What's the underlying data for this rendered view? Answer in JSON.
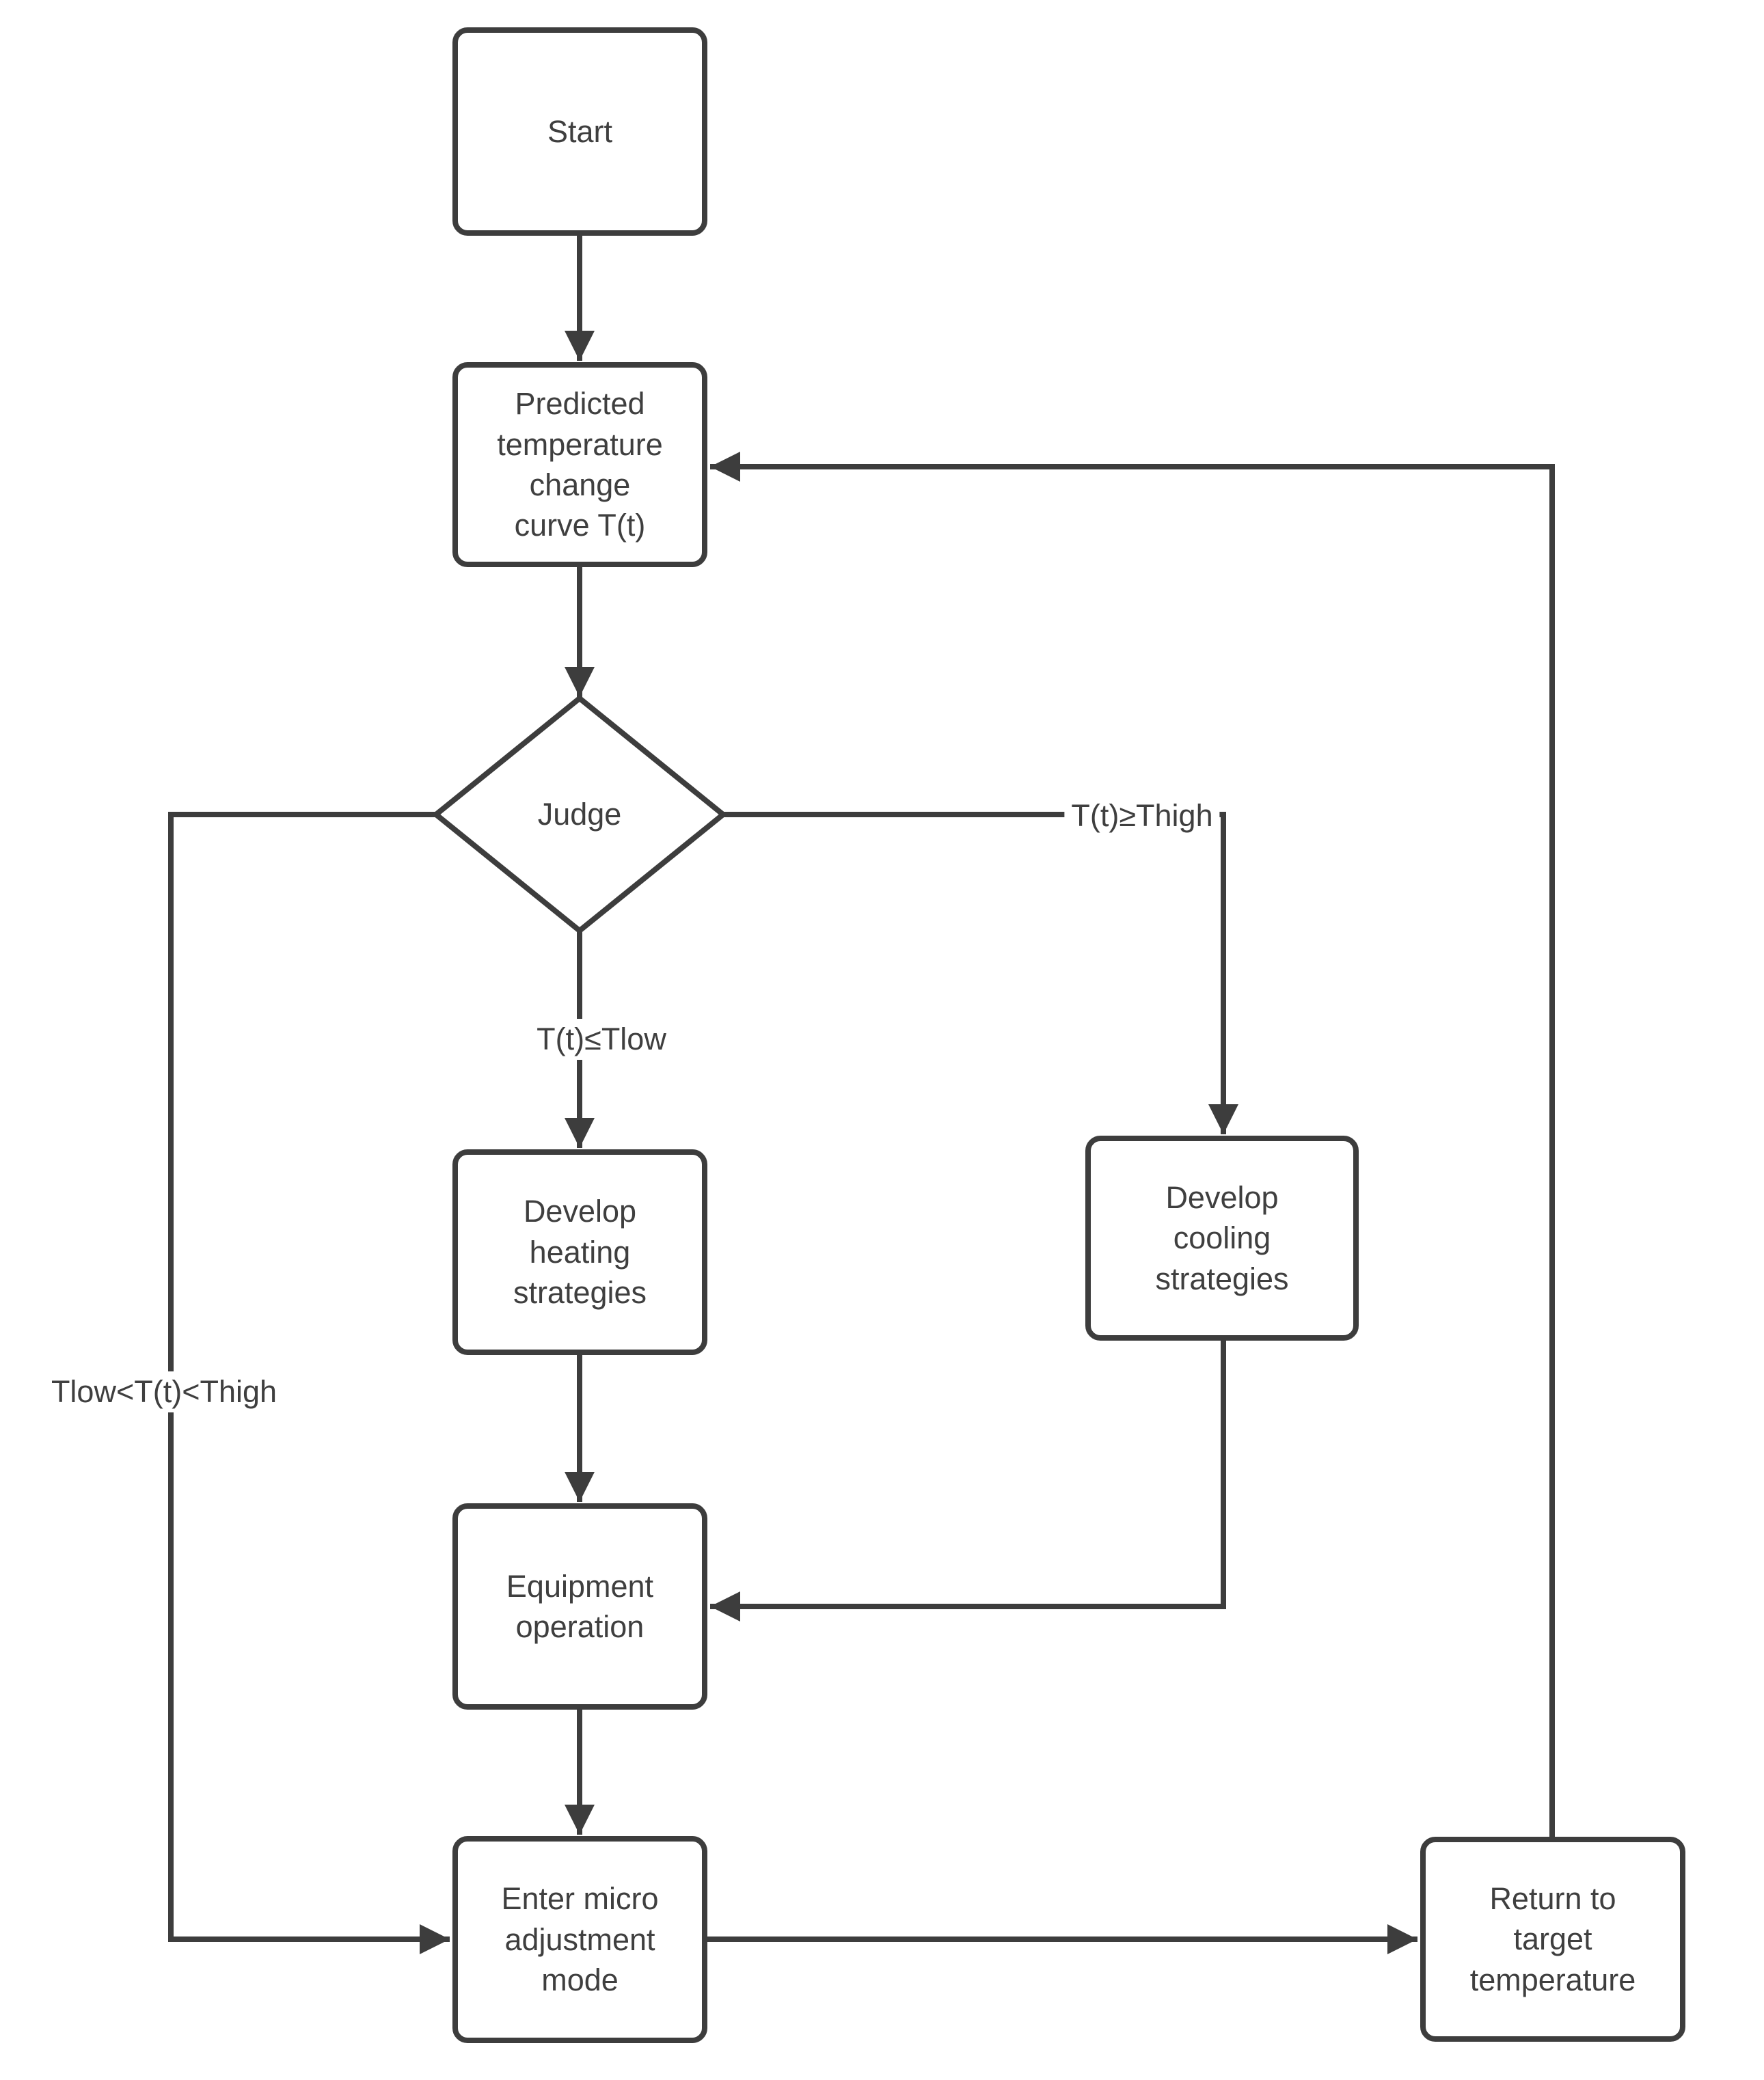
{
  "diagram": {
    "type": "flowchart",
    "colors": {
      "line": "#3d3d3d",
      "text": "#3f3f3f",
      "background": "#ffffff"
    },
    "nodes": {
      "start": {
        "label": "Start",
        "shape": "rounded-rectangle"
      },
      "predict": {
        "label": "Predicted\ntemperature\nchange\ncurve T(t)",
        "shape": "rounded-rectangle"
      },
      "judge": {
        "label": "Judge",
        "shape": "diamond"
      },
      "heating": {
        "label": "Develop\nheating\nstrategies",
        "shape": "rounded-rectangle"
      },
      "cooling": {
        "label": "Develop\ncooling\nstrategies",
        "shape": "rounded-rectangle"
      },
      "equipment": {
        "label": "Equipment\noperation",
        "shape": "rounded-rectangle"
      },
      "micro": {
        "label": "Enter micro\nadjustment\nmode",
        "shape": "rounded-rectangle"
      },
      "return": {
        "label": "Return to\ntarget\ntemperature",
        "shape": "rounded-rectangle"
      }
    },
    "edges": [
      {
        "from": "start",
        "to": "predict",
        "label": ""
      },
      {
        "from": "predict",
        "to": "judge",
        "label": ""
      },
      {
        "from": "judge",
        "to": "cooling",
        "label": "T(t)≥Thigh"
      },
      {
        "from": "judge",
        "to": "heating",
        "label": "T(t)≤Tlow"
      },
      {
        "from": "judge",
        "to": "micro",
        "label": "Tlow<T(t)<Thigh"
      },
      {
        "from": "heating",
        "to": "equipment",
        "label": ""
      },
      {
        "from": "cooling",
        "to": "equipment",
        "label": ""
      },
      {
        "from": "equipment",
        "to": "micro",
        "label": ""
      },
      {
        "from": "micro",
        "to": "return",
        "label": ""
      },
      {
        "from": "return",
        "to": "predict",
        "label": ""
      }
    ]
  }
}
